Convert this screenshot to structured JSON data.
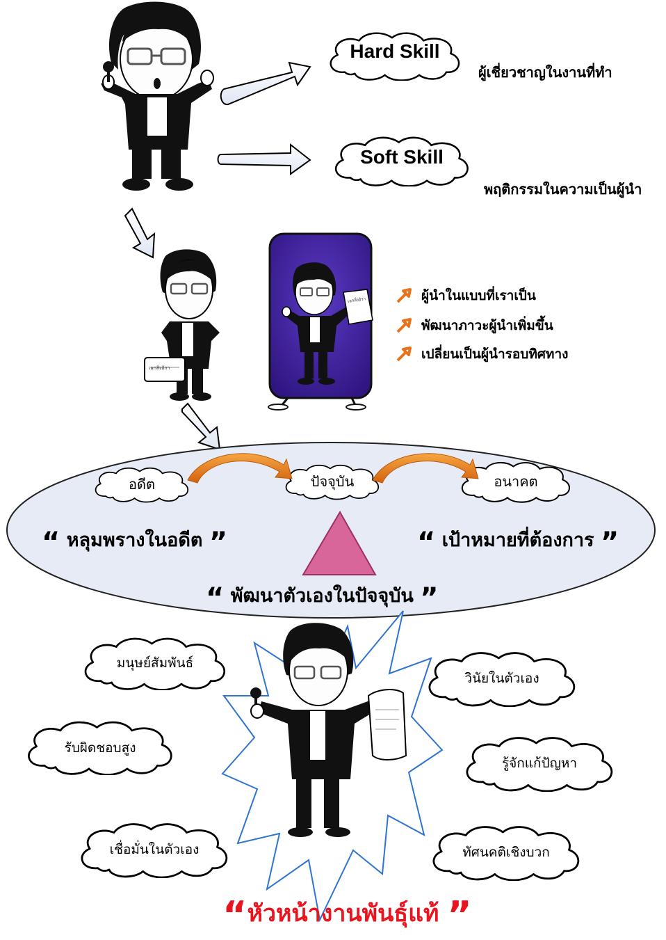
{
  "skills": {
    "hard": {
      "title": "Hard Skill",
      "desc": "ผู้เชี่ยวชาญในงานที่ทำ"
    },
    "soft": {
      "title": "Soft Skill",
      "desc": "พฤติกรรมในความเป็นผู้นำ"
    }
  },
  "figures": {
    "small_sign": "เอกสิ่งอิรา",
    "board_sign": "เอกสิ่งอิรา"
  },
  "bullets": [
    "ผู้นำในแบบที่เราเป็น",
    "พัฒนาภาวะผู้นำเพิ่มขึ้น",
    "เปลี่ยนเป็นผู้นำรอบทิศทาง"
  ],
  "timeline": {
    "past": "อดีต",
    "present": "ปัจจุบัน",
    "future": "อนาคต"
  },
  "quotes": {
    "past": "หลุมพรางในอดีต",
    "future": "เป้าหมายที่ต้องการ",
    "present": "พัฒนาตัวเองในปัจจุบัน",
    "open_mark": "“",
    "close_mark": "”"
  },
  "traits": [
    "มนุษย์สัมพันธ์",
    "รับผิดชอบสูง",
    "เชื่อมั่นในตัวเอง",
    "วินัยในตัวเอง",
    "รู้จักแก้ปัญหา",
    "ทัศนคติเชิงบวก"
  ],
  "conclusion": {
    "text": "หัวหน้างานพันธุ์แท้",
    "open_mark": "“",
    "close_mark": "”"
  },
  "colors": {
    "arrow_orange": "#e8731a",
    "ellipse_fill": "#e6ebf6",
    "triangle": "#d9669b",
    "board": "#40209e",
    "conclusion": "#e8141e"
  }
}
